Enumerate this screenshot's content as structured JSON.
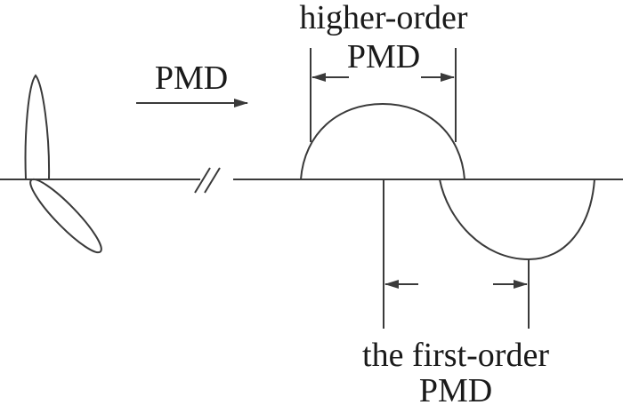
{
  "labels": {
    "pmd_arrow": "PMD",
    "higher_order_line1": "higher-order",
    "higher_order_line2": "PMD",
    "first_order_line1": "the first-order",
    "first_order_line2": "PMD"
  },
  "colors": {
    "stroke": "#3a3a3a",
    "text": "#1a1a1a",
    "background": "#ffffff"
  }
}
